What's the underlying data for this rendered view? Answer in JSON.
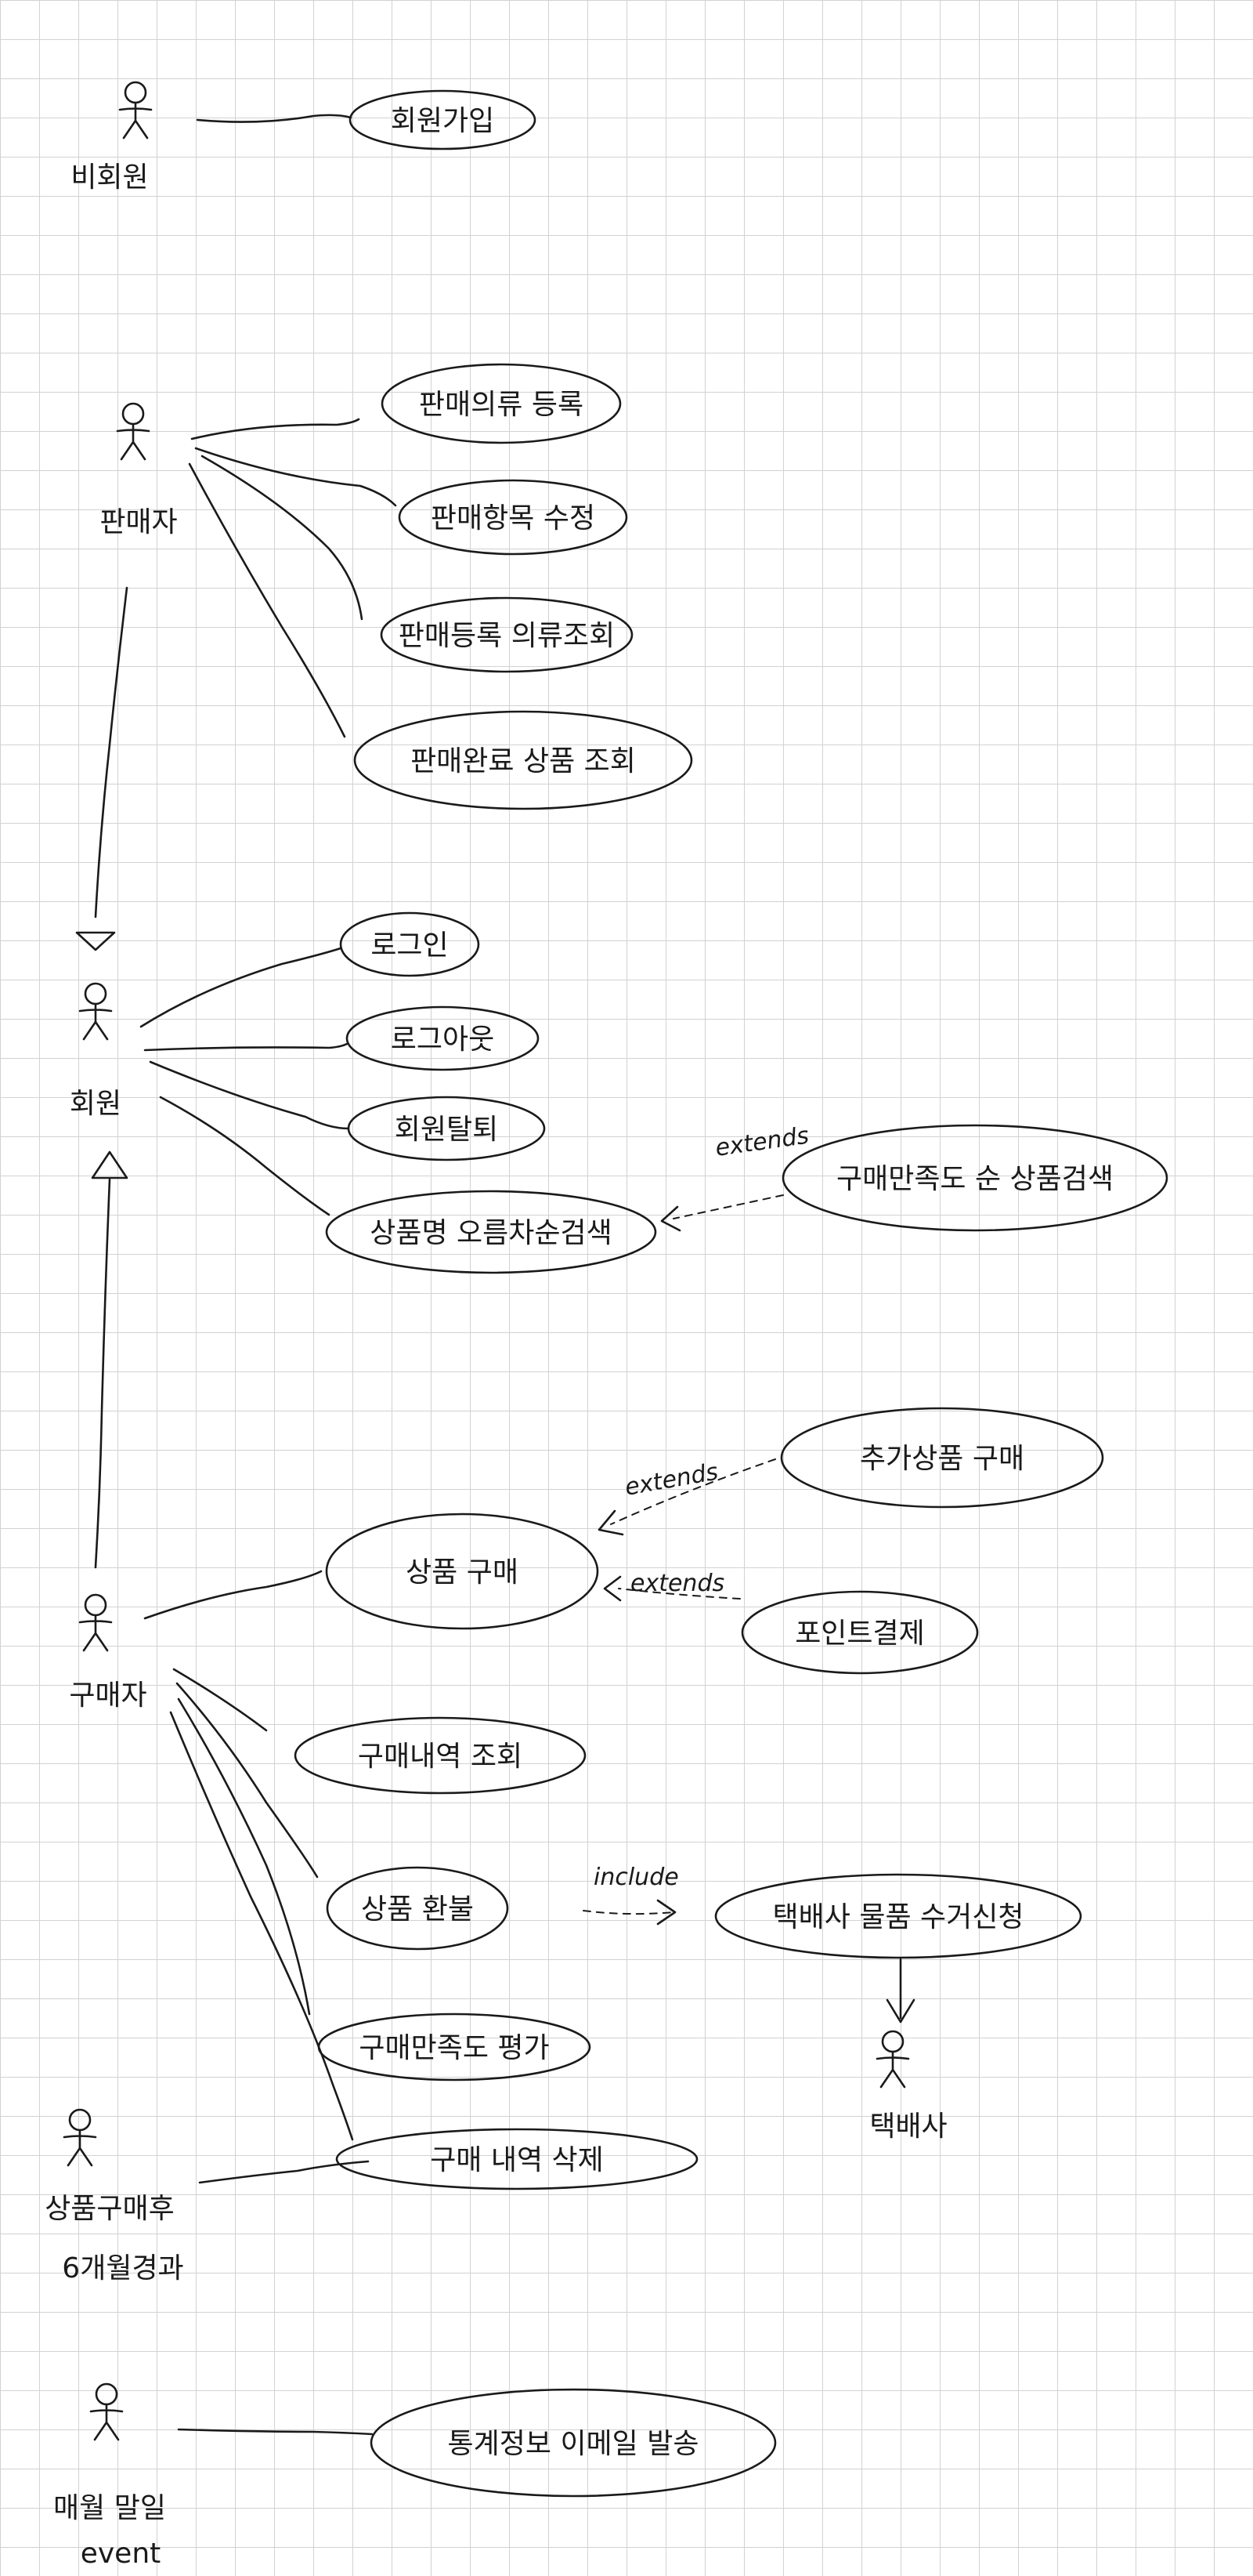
{
  "actors": {
    "non_member": "비회원",
    "seller": "판매자",
    "member": "회원",
    "buyer": "구매자",
    "after_six_months": [
      "상품구매후",
      "6개월경과"
    ],
    "courier": "택배사",
    "monthly_event": [
      "매월 말일",
      "event"
    ]
  },
  "use_cases": {
    "signup": "회원가입",
    "register_sale": "판매의류 등록",
    "edit_sale": "판매항목 수정",
    "view_registered": "판매등록 의류조회",
    "view_sold": "판매완료 상품 조회",
    "login": "로그인",
    "logout": "로그아웃",
    "withdraw": "회원탈퇴",
    "search_name_desc": "상품명 오름차순검색",
    "search_by_rating": "구매만족도 순 상품검색",
    "add_purchase": "추가상품 구매",
    "purchase": "상품 구매",
    "point_payment": "포인트결제",
    "view_history": "구매내역 조회",
    "refund": "상품 환불",
    "courier_pickup": "택배사 물품 수거신청",
    "rate_satisfaction": "구매만족도 평가",
    "delete_history": "구매 내역 삭제",
    "stats_email": "통계정보 이메일 발송"
  },
  "relations": {
    "extends_search": "extends",
    "extends_add": "extends",
    "extends_point": "extends",
    "include_refund": "include"
  }
}
